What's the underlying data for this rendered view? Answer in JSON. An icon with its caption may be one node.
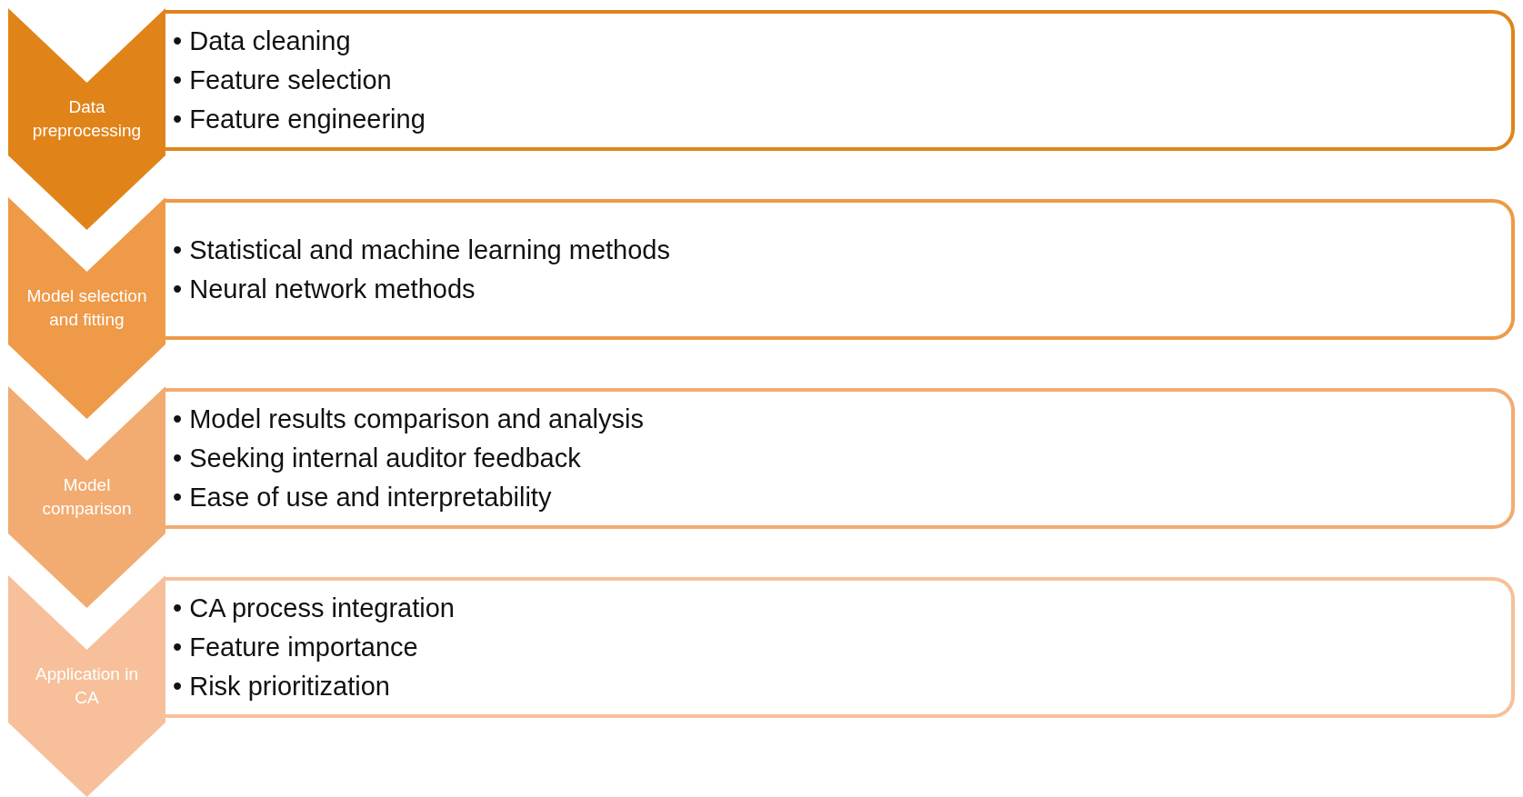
{
  "diagram": {
    "nodes": [
      {
        "text": [
          "Data preprocessing"
        ]
      },
      {
        "text": [
          "• Data cleaning",
          "• Feature selection",
          "• Feature engineering"
        ]
      },
      {
        "text": [
          "Model selection and fitting"
        ]
      },
      {
        "text": [
          "• Statistical and machine learning methods",
          "• Neural network methods"
        ]
      },
      {
        "text": [
          "Model comparison"
        ]
      },
      {
        "text": [
          "• Model results comparison and analysis",
          "• Seeking internal auditor feedback",
          "• Ease of use and interpretability"
        ]
      },
      {
        "text": [
          "Application in CA"
        ]
      },
      {
        "text": [
          "• CA process integration",
          "• Feature importance",
          "• Risk prioritization"
        ]
      }
    ]
  }
}
